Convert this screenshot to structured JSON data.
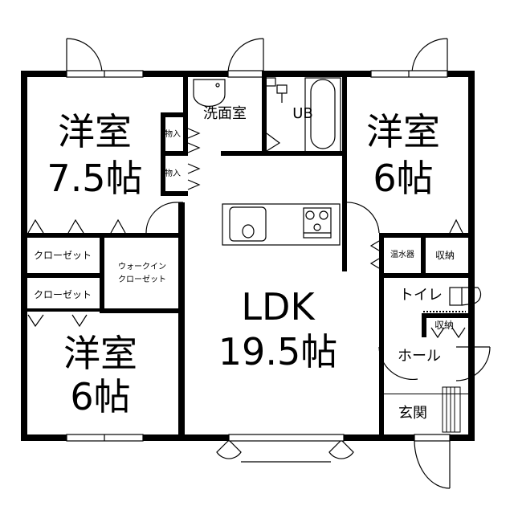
{
  "plan": {
    "type": "apartment-floor-plan",
    "layout": "3LDK",
    "colors": {
      "wall": "#000000",
      "background": "#ffffff",
      "window": "#ffffff"
    }
  },
  "rooms": {
    "western_nw": {
      "name": "洋室",
      "size": "7.5帖"
    },
    "western_ne": {
      "name": "洋室",
      "size": "6帖"
    },
    "western_sw": {
      "name": "洋室",
      "size": "6帖"
    },
    "ldk": {
      "name": "LDK",
      "size": "19.5帖"
    },
    "washroom": {
      "name": "洗面室"
    },
    "bath": {
      "name": "UB"
    },
    "closet_1": {
      "name": "クローゼット"
    },
    "closet_2": {
      "name": "クローゼット"
    },
    "walk_in_closet": {
      "name_line1": "ウォークイン",
      "name_line2": "クローゼット"
    },
    "storage_1": {
      "name": "物入"
    },
    "storage_2": {
      "name": "物入"
    },
    "water_heater": {
      "name": "温水器"
    },
    "storage_ne": {
      "name": "収納"
    },
    "toilet": {
      "name": "トイレ"
    },
    "storage_hall": {
      "name": "収納"
    },
    "hall": {
      "name": "ホール"
    },
    "entrance": {
      "name": "玄関"
    }
  },
  "fixtures": [
    "sink-icon",
    "stove-icon",
    "bathtub-icon",
    "washbasin-icon",
    "toilet-icon",
    "shoe-rack-icon"
  ]
}
